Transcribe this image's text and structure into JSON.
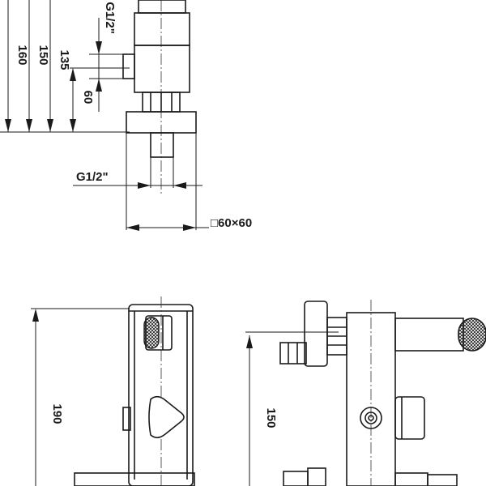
{
  "top_view": {
    "dims": {
      "d160": "160",
      "d150": "150",
      "d135": "135",
      "d60": "60",
      "thread_top": "G1/2\"",
      "thread_bottom": "G1/2\"",
      "base_size": "□60×60"
    }
  },
  "front_view": {
    "dims": {
      "d190": "190"
    }
  },
  "side_view": {
    "dims": {
      "d150": "150"
    }
  },
  "colors": {
    "ink": "#1a1a1a",
    "background": "#ffffff"
  }
}
